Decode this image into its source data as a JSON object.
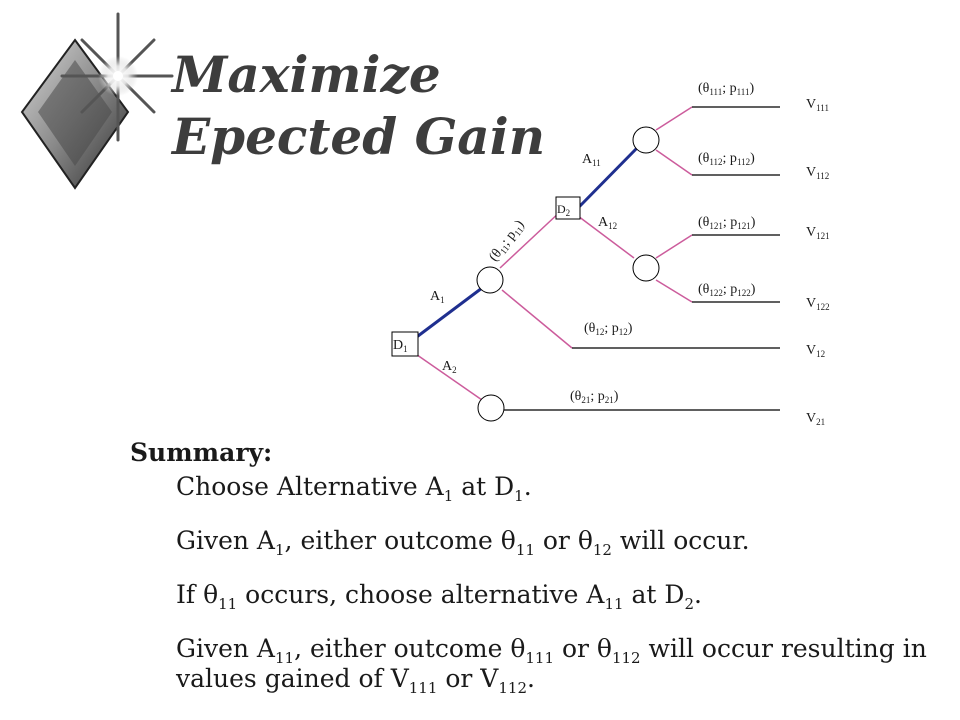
{
  "title": {
    "line1": "Maximize",
    "line2": "Epected Gain"
  },
  "logo_icon": "diamond-starburst-icon",
  "tree": {
    "nodes": {
      "D1": [
        "D",
        "1"
      ],
      "D2": [
        "D",
        "2"
      ]
    },
    "branches": {
      "A1": [
        "A",
        "1"
      ],
      "A2": [
        "A",
        "2"
      ],
      "A11": [
        "A",
        "11"
      ],
      "A12": [
        "A",
        "12"
      ]
    },
    "outcomes": {
      "t11": [
        "(θ",
        "11",
        "; p",
        "11",
        ")"
      ],
      "t12": [
        "(θ",
        "12",
        "; p",
        "12",
        ")"
      ],
      "t21": [
        "(θ",
        "21",
        "; p",
        "21",
        ")"
      ],
      "t111": [
        "(θ",
        "111",
        "; p",
        "111",
        ")"
      ],
      "t112": [
        "(θ",
        "112",
        "; p",
        "112",
        ")"
      ],
      "t121": [
        "(θ",
        "121",
        "; p",
        "121",
        ")"
      ],
      "t122": [
        "(θ",
        "122",
        "; p",
        "122",
        ")"
      ]
    },
    "values": {
      "V111": [
        "V",
        "111"
      ],
      "V112": [
        "V",
        "112"
      ],
      "V121": [
        "V",
        "121"
      ],
      "V122": [
        "V",
        "122"
      ],
      "V12": [
        "V",
        "12"
      ],
      "V21": [
        "V",
        "21"
      ]
    },
    "colors": {
      "chosen": "#1f2f8f",
      "other": "#cc5c9c",
      "terminal": "#000000"
    }
  },
  "summary": {
    "heading": "Summary:",
    "lines": [
      [
        "Choose Alternative A",
        "1",
        " at D",
        "1",
        "."
      ],
      [
        "Given A",
        "1",
        ", either outcome θ",
        "11",
        " or θ",
        "12",
        " will occur."
      ],
      [
        "If θ",
        "11",
        " occurs, choose alternative A",
        "11",
        " at D",
        "2",
        "."
      ],
      [
        "Given A",
        "11",
        ", either outcome θ",
        "111",
        " or θ",
        "112",
        "  will occur resulting in values gained of V",
        "111",
        " or V",
        "112",
        "."
      ]
    ]
  }
}
